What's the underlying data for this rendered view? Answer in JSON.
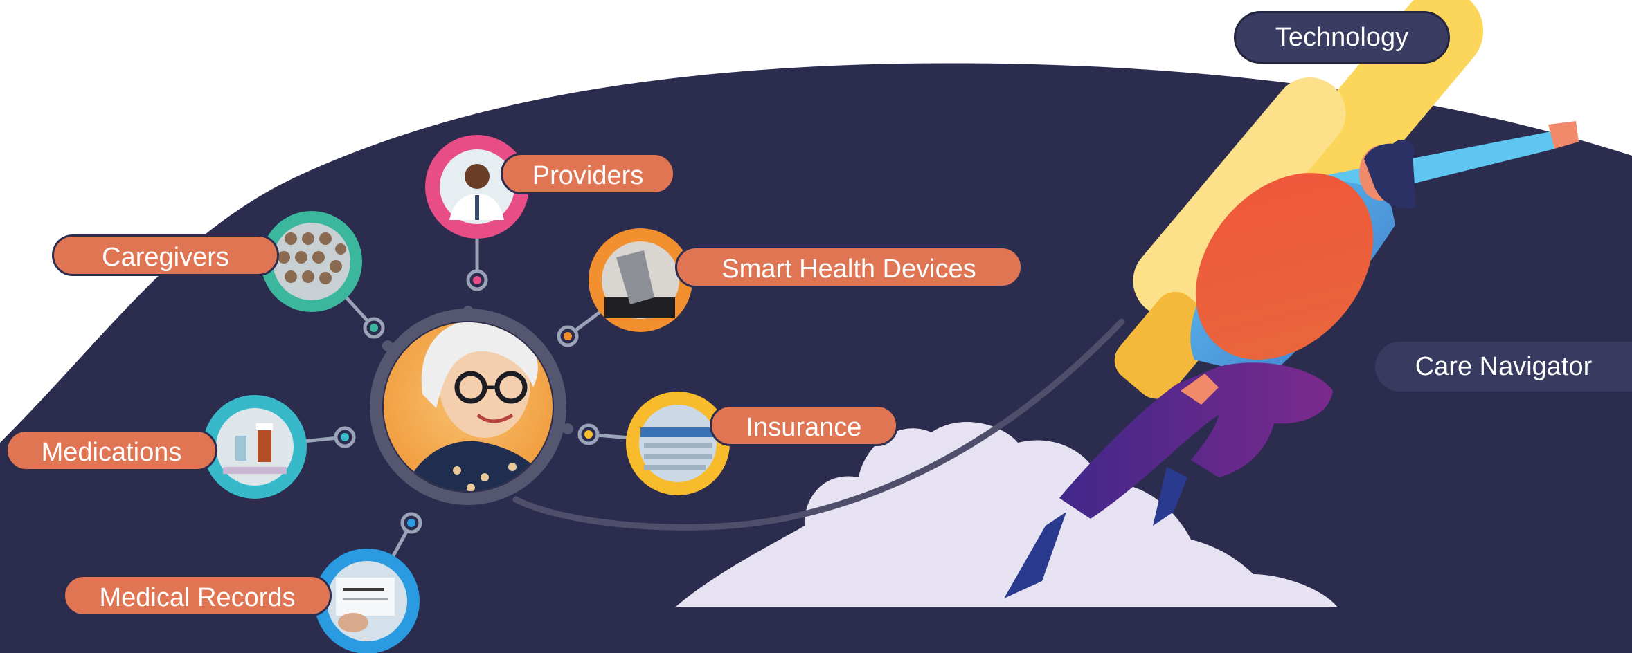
{
  "center": {
    "name": "senior-patient"
  },
  "connections": [
    {
      "id": "caregivers",
      "label": "Caregivers",
      "ring_color": "#3bb79d"
    },
    {
      "id": "providers",
      "label": "Providers",
      "ring_color": "#e94d86"
    },
    {
      "id": "smart-health-devices",
      "label": "Smart Health Devices",
      "ring_color": "#f2902f"
    },
    {
      "id": "medications",
      "label": "Medications",
      "ring_color": "#38b9c9"
    },
    {
      "id": "insurance",
      "label": "Insurance",
      "ring_color": "#f7bb2c"
    },
    {
      "id": "medical-records",
      "label": "Medical Records",
      "ring_color": "#2a9be0"
    }
  ],
  "technology_label": "Technology",
  "care_navigator_label": "Care Navigator",
  "colors": {
    "background": "#2b2c4e",
    "label_orange": "#df7552",
    "cloud": "#e7e2f1",
    "rocket_yellow": "#fcd65a"
  }
}
